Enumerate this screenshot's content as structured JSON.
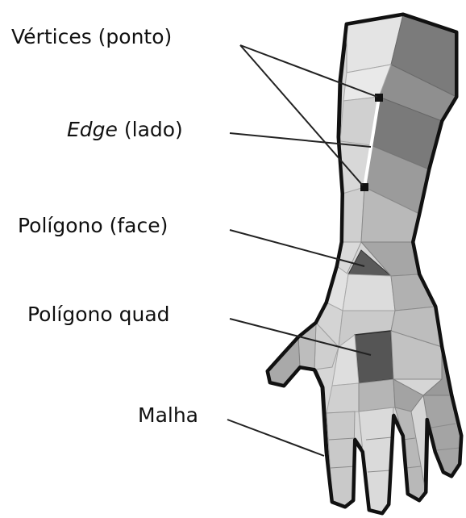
{
  "labels": {
    "vertices": "Vértices (ponto)",
    "edge_term": "Edge",
    "edge_rest": " (lado)",
    "polygon_face": "Polígono (face)",
    "polygon_quad": "Polígono quad",
    "mesh": "Malha"
  },
  "colors": {
    "outline": "#111111",
    "face_light": "#e6e6e6",
    "face_mid": "#c9c9c9",
    "face_dark": "#8c8c8c",
    "face_darker": "#5c5c5c",
    "edge_highlight": "#ffffff"
  }
}
